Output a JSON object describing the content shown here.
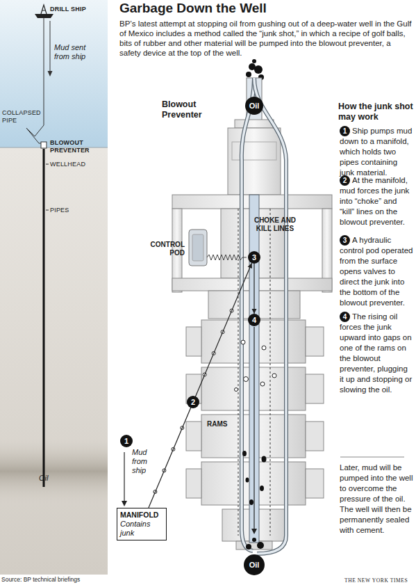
{
  "diagram": {
    "title": "Garbage Down the Well",
    "caption": "BP’s latest attempt at stopping oil from gushing out of a deep-water well in the Gulf of Mexico includes a method called the “junk shot,” in which a recipe of golf balls, bits of rubber and other material will be pumped into the blowout preventer, a safety device at the top of the well.",
    "nodes": [
      {
        "text": [
          "Oil"
        ]
      },
      {
        "text": [
          "3"
        ]
      },
      {
        "text": [
          "4"
        ]
      },
      {
        "text": [
          "2"
        ]
      },
      {
        "text": [
          "1"
        ]
      },
      {
        "text": [
          "MANIFOLD",
          "Contains junk"
        ]
      },
      {
        "text": [
          "Oil"
        ]
      },
      {
        "text": [
          "1"
        ]
      },
      {
        "text": [
          "2"
        ]
      },
      {
        "text": [
          "3"
        ]
      },
      {
        "text": [
          "4"
        ]
      }
    ],
    "edges": [
      {
        "from": 5,
        "to": 1,
        "arrow": "to"
      },
      {
        "from": 1,
        "to": 2,
        "arrow": "to"
      }
    ],
    "labels": [
      "DRILL SHIP",
      "Mud sent from ship",
      "COLLAPSED PIPE",
      "BLOWOUT PREVENTER",
      "WELLHEAD",
      "PIPES",
      "Oil",
      "Blowout Preventer",
      "CONTROL POD",
      "CHOKE AND KILL LINES",
      "RAMS",
      "Mud from ship",
      "How the junk shot may work",
      "Ship pumps mud down to a manifold, which holds two pipes containing junk material.",
      "At the manifold, mud forces the junk into “choke” and “kill” lines on the blowout preventer.",
      "A hydraulic control pod operated from the surface opens valves to direct the junk into the bottom of the blowout preventer.",
      "The rising oil forces the junk upward into gaps on one of the rams on the blowout preventer, plugging it up and stopping or slowing the oil.",
      "Later, mud will be pumped into the well to overcome the pressure of the oil. The well will then be permanently sealed with cement.",
      "Source: BP technical briefings",
      "THE NEW YORK TIMES"
    ]
  }
}
